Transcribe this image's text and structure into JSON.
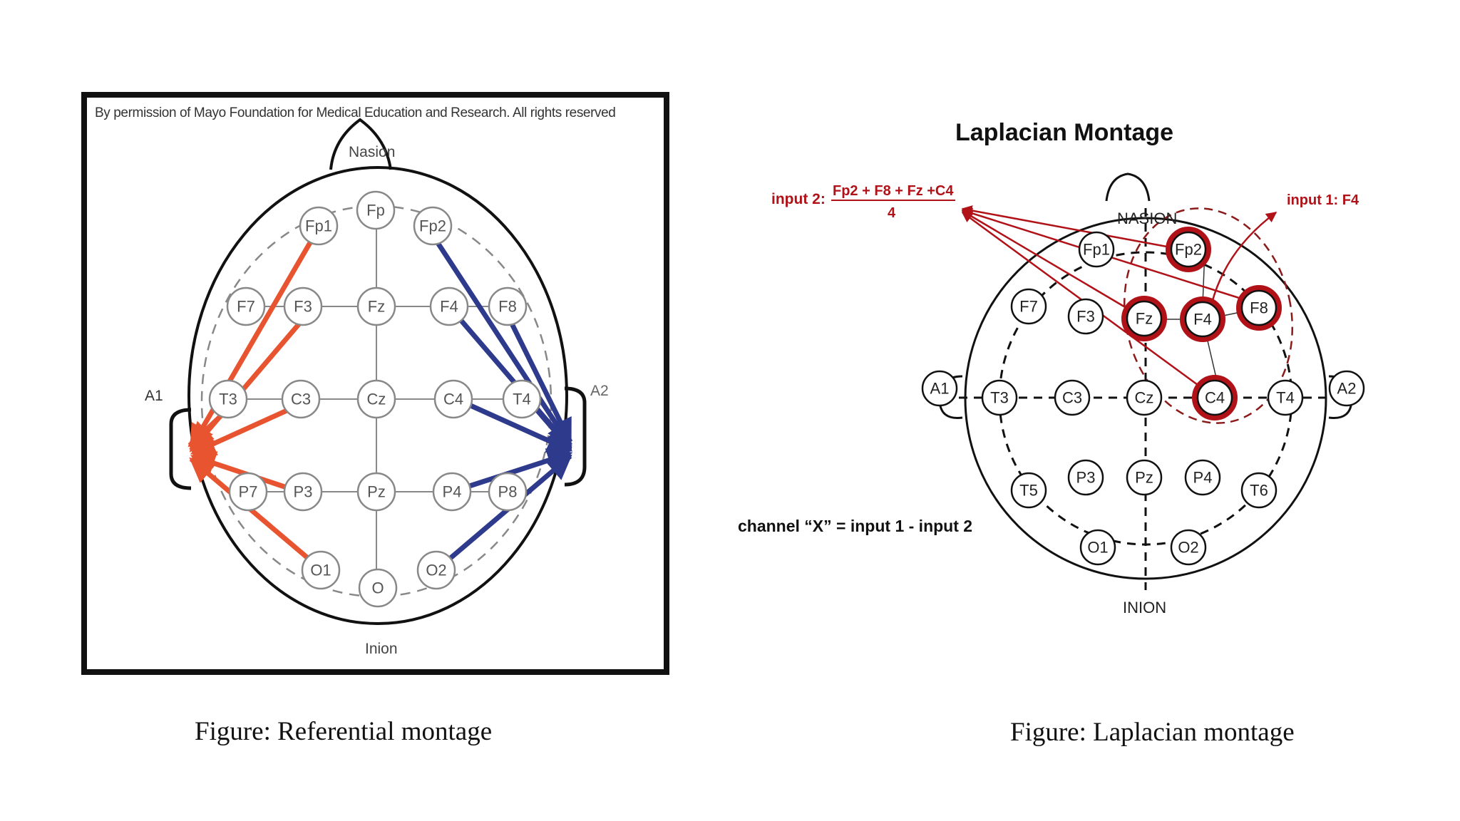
{
  "referential": {
    "permission_text": "By permission of Mayo Foundation for Medical Education and Research. All rights reserved",
    "nasion_label": "Nasion",
    "inion_label": "Inion",
    "left_ear_label": "A1",
    "right_ear_label": "A2",
    "electrodes": [
      "Fp",
      "Fp1",
      "Fp2",
      "F7",
      "F3",
      "Fz",
      "F4",
      "F8",
      "T3",
      "C3",
      "Cz",
      "C4",
      "T4",
      "P7",
      "P3",
      "Pz",
      "P4",
      "P8",
      "O1",
      "O",
      "O2"
    ],
    "left_arrow_color": "#e8542f",
    "right_arrow_color": "#2e3a8c",
    "caption": "Figure: Referential montage"
  },
  "laplacian": {
    "title": "Laplacian Montage",
    "input2_prefix": "input 2:",
    "input2_numerator": "Fp2 + F8 + Fz +C4",
    "input2_denominator": "4",
    "input1_label": "input 1: F4",
    "channel_formula": "channel “X” = input 1 - input 2",
    "nasion_label": "NASION",
    "inion_label": "INION",
    "electrodes": [
      "Fp1",
      "Fp2",
      "F7",
      "F3",
      "Fz",
      "F4",
      "F8",
      "A1",
      "T3",
      "C3",
      "Cz",
      "C4",
      "T4",
      "A2",
      "T5",
      "P3",
      "Pz",
      "P4",
      "T6",
      "O1",
      "O2"
    ],
    "highlighted": [
      "Fp2",
      "Fz",
      "F4",
      "F8",
      "C4"
    ],
    "highlight_color": "#b01218",
    "caption": "Figure: Laplacian montage"
  }
}
